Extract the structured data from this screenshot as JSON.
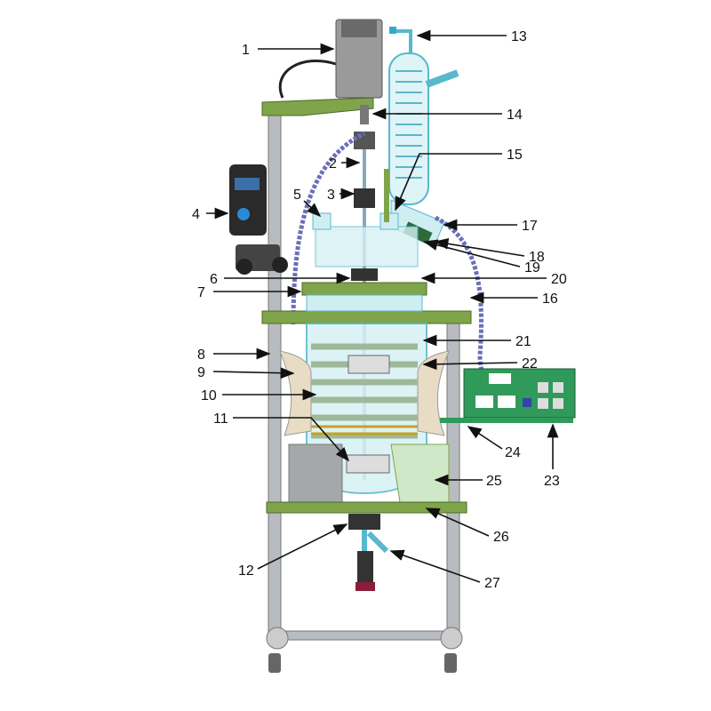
{
  "diagram": {
    "labels": [
      "1",
      "2",
      "3",
      "4",
      "5",
      "6",
      "7",
      "8",
      "9",
      "10",
      "11",
      "12",
      "13",
      "14",
      "15",
      "16",
      "17",
      "18",
      "19",
      "20",
      "21",
      "22",
      "23",
      "24",
      "25",
      "26",
      "27"
    ]
  },
  "colors": {
    "frame": "#b8bcc0",
    "plate": "#7fa44a",
    "glass": "#bfe8ee",
    "glass_edge": "#58b8cc",
    "coil": "#9fb89a",
    "mantle": "#e9dcc4",
    "heater": "#a5a8a8",
    "control_box": "#2f9a5a",
    "hose": "#6b6fb8"
  }
}
